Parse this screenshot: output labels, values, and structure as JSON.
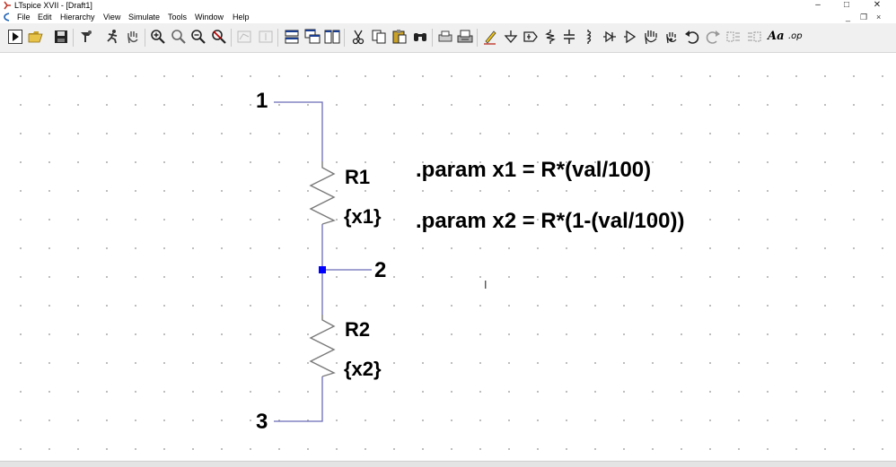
{
  "window": {
    "title": "LTspice XVII - [Draft1]",
    "controls": {
      "minimize": "–",
      "maximize": "□",
      "close": "✕"
    }
  },
  "menubar": {
    "items": [
      "File",
      "Edit",
      "Hierarchy",
      "View",
      "Simulate",
      "Tools",
      "Window",
      "Help"
    ],
    "mdi_controls": {
      "minimize": "_",
      "restore": "❐",
      "close": "×"
    }
  },
  "toolbar": {
    "icons": [
      "run-icon",
      "open-icon",
      "save-icon",
      "control-panel-icon",
      "halt-icon",
      "pan-hand-icon",
      "zoom-in-icon",
      "zoom-full-icon",
      "zoom-out-icon",
      "zoom-cancel-icon",
      "autorange-icon",
      "mark-icon",
      "tile-horizontal-icon",
      "cascade-icon",
      "tile-vertical-icon",
      "cut-icon",
      "copy-icon",
      "paste-icon",
      "find-icon",
      "print-setup-icon",
      "print-icon",
      "draw-wire-icon",
      "ground-icon",
      "label-net-icon",
      "resistor-icon",
      "capacitor-icon",
      "inductor-icon",
      "diode-icon",
      "component-icon",
      "move-icon",
      "drag-icon",
      "undo-icon",
      "redo-icon",
      "rotate-icon",
      "mirror-icon",
      "text-icon",
      "spice-directive-icon"
    ],
    "text_icon_label": "Aa",
    "directive_icon_label": ".op"
  },
  "schematic": {
    "net_labels": {
      "top": "1",
      "middle": "2",
      "bottom": "3"
    },
    "resistors": [
      {
        "name": "R1",
        "value": "{x1}"
      },
      {
        "name": "R2",
        "value": "{x2}"
      }
    ],
    "directives": [
      ".param x1 = R*(val/100)",
      ".param x2 = R*(1-(val/100))"
    ],
    "colors": {
      "wire": "#6b6bb8",
      "component": "#7a7a7a",
      "junction": "#0000ff",
      "text": "#000000"
    }
  }
}
